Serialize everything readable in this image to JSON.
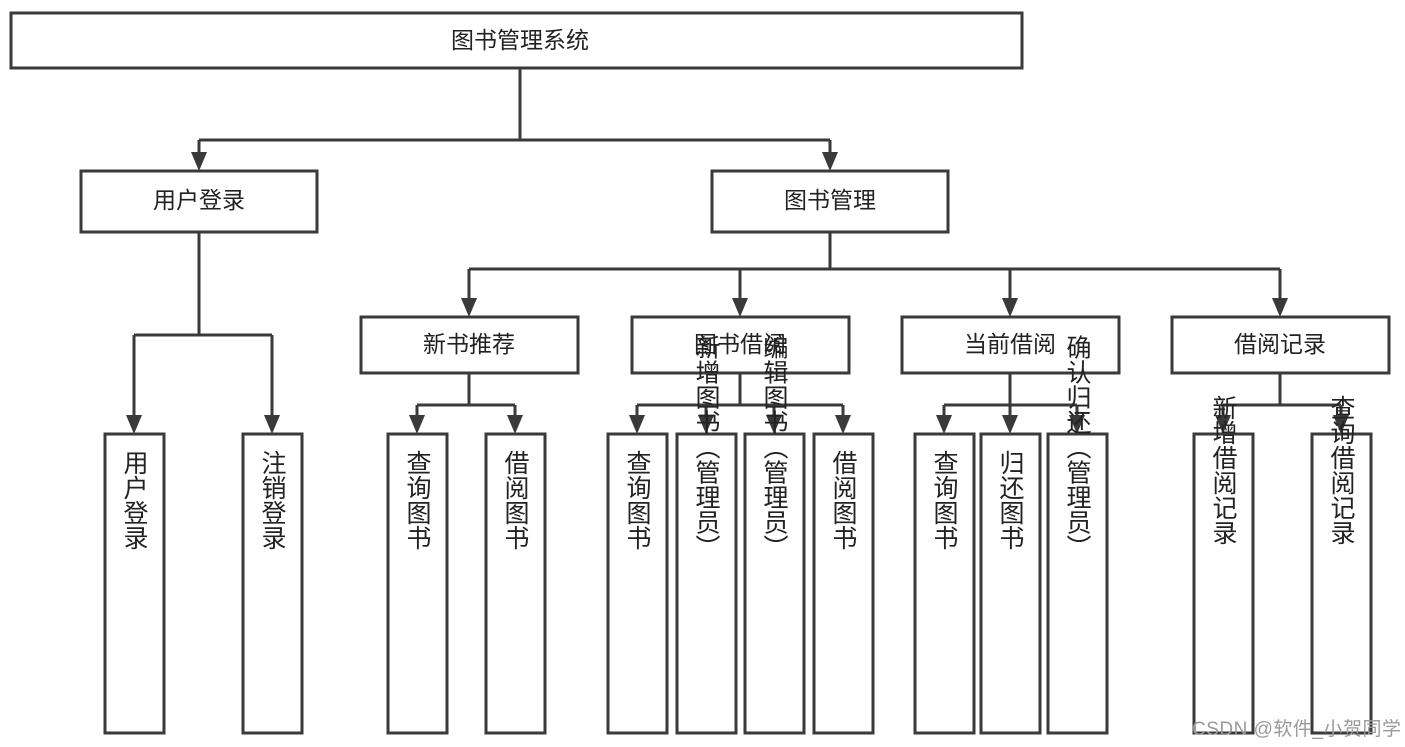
{
  "diagram": {
    "type": "tree",
    "title": "图书管理系统",
    "root": {
      "id": "root",
      "label": "图书管理系统"
    },
    "level1": [
      {
        "id": "user-login",
        "label": "用户登录"
      },
      {
        "id": "book-management",
        "label": "图书管理"
      }
    ],
    "level2": [
      {
        "id": "new-book-recommend",
        "label": "新书推荐",
        "parent": "book-management"
      },
      {
        "id": "book-borrow",
        "label": "图书借阅",
        "parent": "book-management"
      },
      {
        "id": "current-borrow",
        "label": "当前借阅",
        "parent": "book-management"
      },
      {
        "id": "borrow-record",
        "label": "借阅记录",
        "parent": "book-management"
      }
    ],
    "leaves": {
      "user-login": [
        {
          "id": "leaf-user-login",
          "label": "用户登录"
        },
        {
          "id": "leaf-logout-login",
          "label": "注销登录"
        }
      ],
      "new-book-recommend": [
        {
          "id": "leaf-query-book-1",
          "label": "查询图书"
        },
        {
          "id": "leaf-borrow-book-1",
          "label": "借阅图书"
        }
      ],
      "book-borrow": [
        {
          "id": "leaf-query-book-2",
          "label": "查询图书"
        },
        {
          "id": "leaf-add-book-admin",
          "label": "新增图书（管理员）"
        },
        {
          "id": "leaf-edit-book-admin",
          "label": "编辑图书（管理员）"
        },
        {
          "id": "leaf-borrow-book-2",
          "label": "借阅图书"
        }
      ],
      "current-borrow": [
        {
          "id": "leaf-query-book-3",
          "label": "查询图书"
        },
        {
          "id": "leaf-return-book",
          "label": "归还图书"
        },
        {
          "id": "leaf-confirm-return-admin",
          "label": "确认归还（管理员）"
        }
      ],
      "borrow-record": [
        {
          "id": "leaf-add-borrow-record",
          "label": "新增借阅记录"
        },
        {
          "id": "leaf-query-borrow-record",
          "label": "查询借阅记录"
        }
      ]
    },
    "colors": {
      "stroke": "#3a3a3a",
      "fill": "#ffffff",
      "text": "#222222",
      "watermark": "#9a9a9a"
    }
  },
  "watermark": {
    "text": "CSDN @软件_小贺同学"
  }
}
